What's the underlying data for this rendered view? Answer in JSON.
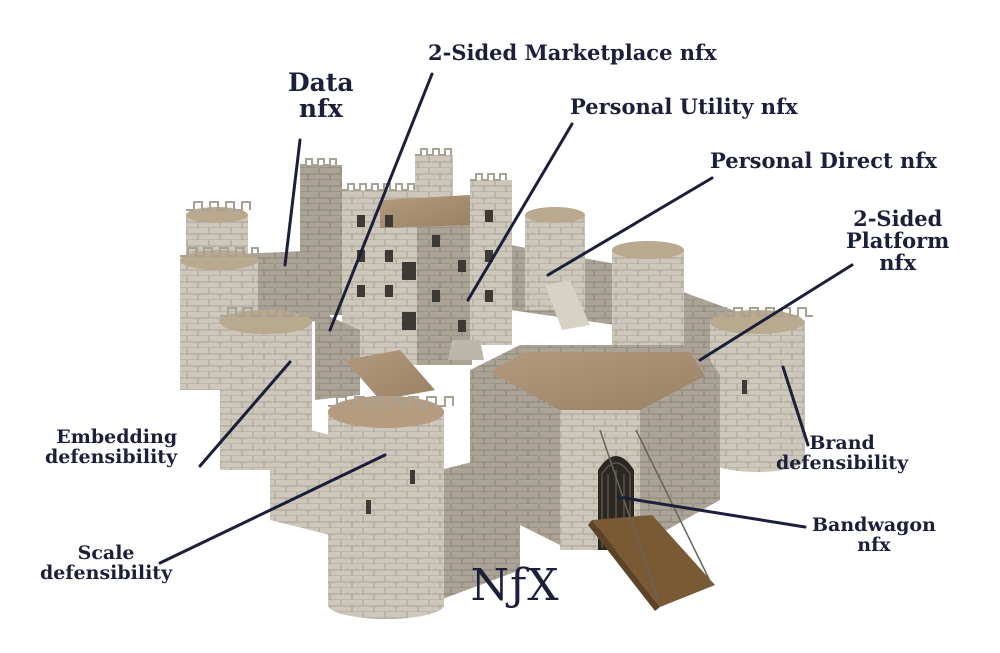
{
  "labels": {
    "data": [
      "Data",
      "nfx"
    ],
    "marketplace": "2-Sided Marketplace nfx",
    "personal_utility": "Personal Utility nfx",
    "personal_direct": "Personal Direct nfx",
    "platform": [
      "2-Sided",
      "Platform",
      "nfx"
    ],
    "embedding": [
      "Embedding",
      "defensibility"
    ],
    "brand": [
      "Brand",
      "defensibility"
    ],
    "bandwagon": [
      "Bandwagon",
      "nfx"
    ],
    "scale": [
      "Scale",
      "defensibility"
    ]
  },
  "logo": "NƒX",
  "colors": {
    "text": "#1c1f3a",
    "leader_line": "#1c1f3a",
    "stone_light": "#d3cec2",
    "stone_mid": "#b6b0a3",
    "stone_dark": "#8f897d",
    "roof_wood": "#a88f73",
    "drawbridge": "#7a5a35"
  }
}
